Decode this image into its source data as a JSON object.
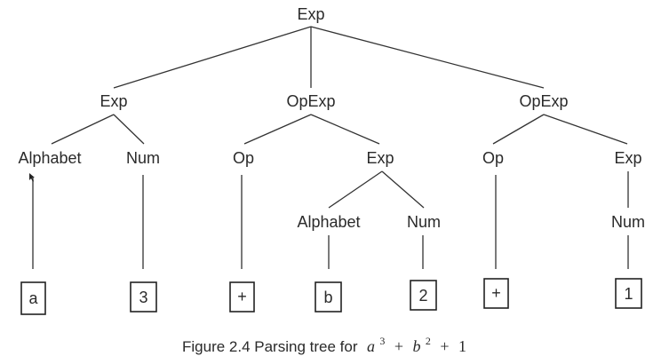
{
  "tree": {
    "nodes": [
      {
        "id": "root",
        "label": "Exp"
      },
      {
        "id": "exp-a3",
        "label": "Exp"
      },
      {
        "id": "opexp-mid",
        "label": "OpExp"
      },
      {
        "id": "opexp-right",
        "label": "OpExp"
      },
      {
        "id": "alphabet-a",
        "label": "Alphabet"
      },
      {
        "id": "num-3",
        "label": "Num"
      },
      {
        "id": "op-mid",
        "label": "Op"
      },
      {
        "id": "exp-b2",
        "label": "Exp"
      },
      {
        "id": "op-right",
        "label": "Op"
      },
      {
        "id": "exp-1",
        "label": "Exp"
      },
      {
        "id": "alphabet-b",
        "label": "Alphabet"
      },
      {
        "id": "num-2",
        "label": "Num"
      },
      {
        "id": "num-1",
        "label": "Num"
      }
    ],
    "leaves": [
      {
        "id": "leaf-a",
        "label": "a"
      },
      {
        "id": "leaf-3",
        "label": "3"
      },
      {
        "id": "leaf-plus-1",
        "label": "+"
      },
      {
        "id": "leaf-b",
        "label": "b"
      },
      {
        "id": "leaf-2",
        "label": "2"
      },
      {
        "id": "leaf-plus-2",
        "label": "+"
      },
      {
        "id": "leaf-1",
        "label": "1"
      }
    ]
  },
  "caption": {
    "text": "Figure 2.4 Parsing tree for",
    "math": {
      "a": "a",
      "a_exp": "3",
      "plus1": "+",
      "b": "b",
      "b_exp": "2",
      "plus2": "+",
      "one": "1"
    }
  }
}
